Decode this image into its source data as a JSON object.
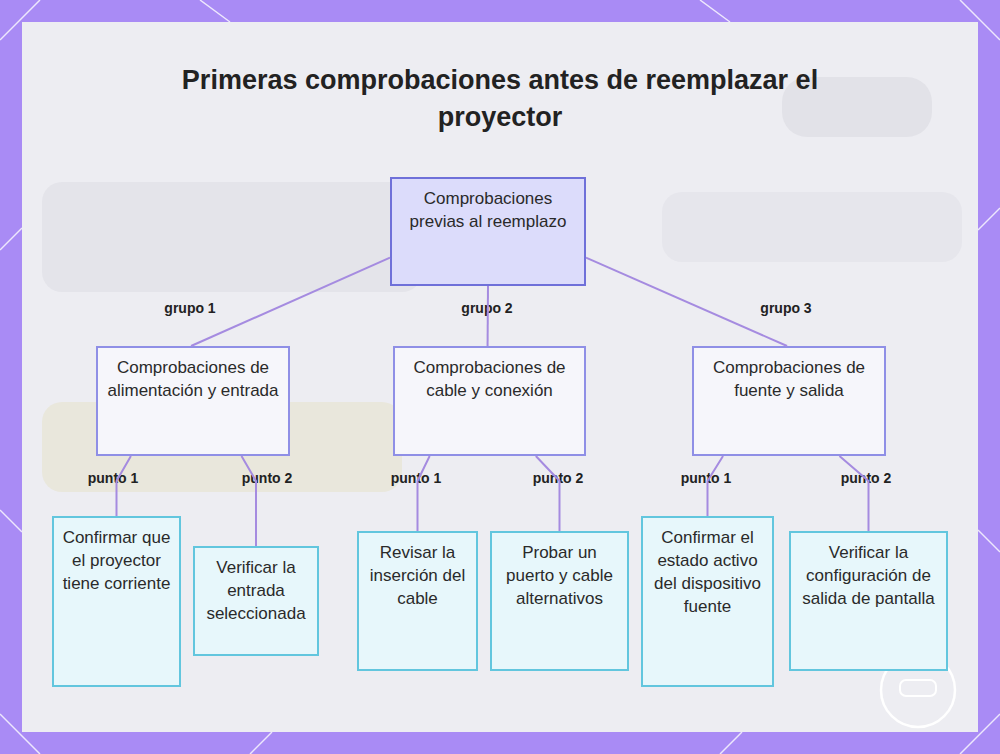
{
  "diagram": {
    "title": "Primeras comprobaciones antes de reemplazar el proyector",
    "nodes": [
      {
        "text": [
          "Comprobaciones previas al reemplazo"
        ]
      },
      {
        "text": [
          "Comprobaciones de alimentación y entrada"
        ]
      },
      {
        "text": [
          "Comprobaciones de cable y conexión"
        ]
      },
      {
        "text": [
          "Comprobaciones de fuente y salida"
        ]
      },
      {
        "text": [
          "Confirmar que el proyector tiene corriente"
        ]
      },
      {
        "text": [
          "Verificar la entrada seleccionada"
        ]
      },
      {
        "text": [
          "Revisar la inserción del cable"
        ]
      },
      {
        "text": [
          "Probar un puerto y cable alternativos"
        ]
      },
      {
        "text": [
          "Confirmar el estado activo del dispositivo fuente"
        ]
      },
      {
        "text": [
          "Verificar la configuración de salida de pantalla"
        ]
      }
    ],
    "edges": [
      {
        "from": 0,
        "to": 1,
        "label": "grupo 1",
        "arrow": "none"
      },
      {
        "from": 0,
        "to": 2,
        "label": "grupo 2",
        "arrow": "none"
      },
      {
        "from": 0,
        "to": 3,
        "label": "grupo 3",
        "arrow": "none"
      },
      {
        "from": 1,
        "to": 4,
        "label": "punto 1",
        "arrow": "none"
      },
      {
        "from": 1,
        "to": 5,
        "label": "punto 2",
        "arrow": "none"
      },
      {
        "from": 2,
        "to": 6,
        "label": "punto 1",
        "arrow": "none"
      },
      {
        "from": 2,
        "to": 7,
        "label": "punto 2",
        "arrow": "none"
      },
      {
        "from": 3,
        "to": 8,
        "label": "punto 1",
        "arrow": "none"
      },
      {
        "from": 3,
        "to": 9,
        "label": "punto 2",
        "arrow": "none"
      }
    ]
  }
}
